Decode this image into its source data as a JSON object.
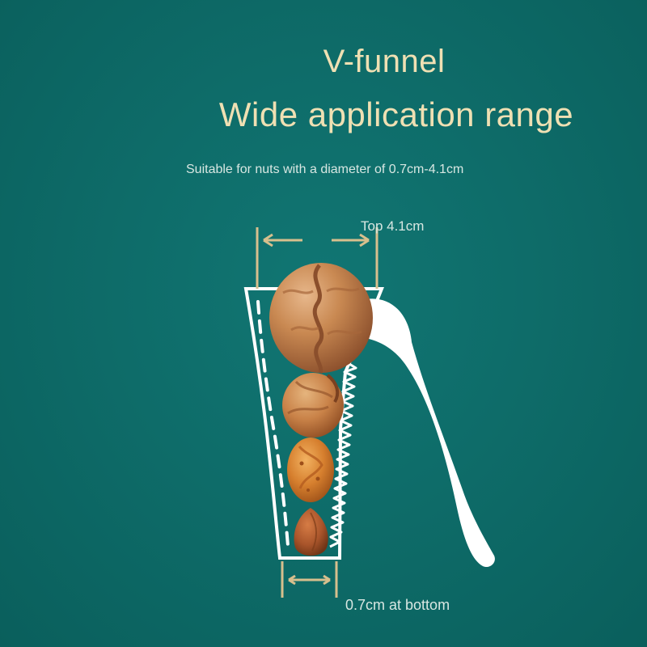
{
  "heading": {
    "line1": "V-funnel",
    "line2": "Wide application range"
  },
  "subtitle": "Suitable for nuts with a diameter of 0.7cm-4.1cm",
  "dimensions": {
    "top_label": "Top 4.1cm",
    "bottom_label": "0.7cm at bottom"
  },
  "colors": {
    "background": "#0d6a68",
    "heading": "#efe0b3",
    "measure_lines": "#d7bf8d",
    "funnel": "#ffffff"
  },
  "illustration": {
    "tool": "nutcracker-funnel",
    "nuts": [
      "walnut",
      "pecan",
      "apricot-kernel",
      "almond"
    ]
  }
}
